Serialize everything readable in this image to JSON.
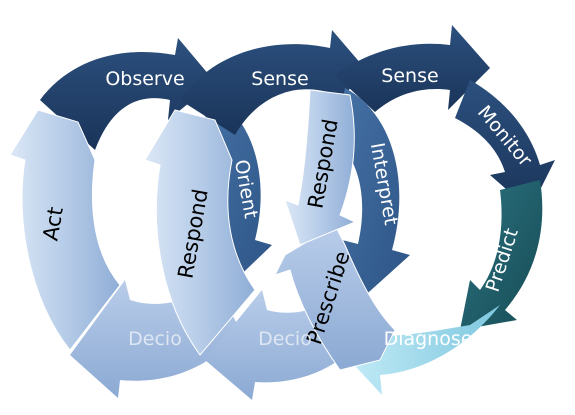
{
  "diagram": {
    "cycles": [
      {
        "name": "loop-one",
        "labels": {
          "observe": "Observe",
          "orient": "Orient",
          "decide": "Decio",
          "act": "Act"
        }
      },
      {
        "name": "loop-two",
        "labels": {
          "sense": "Sense",
          "interpret": "Interpret",
          "decide": "Decio",
          "respond": "Respond"
        }
      },
      {
        "name": "loop-three",
        "labels": {
          "sense": "Sense",
          "monitor": "Monitor",
          "predict": "Predict",
          "diagnose": "Diagnose",
          "prescribe": "Prescribe",
          "respond": "Respond"
        }
      }
    ],
    "colors": {
      "navy": "#1f3e66",
      "steel": "#3b669a",
      "mid_blue": "#5b86b8",
      "light_blue": "#b9cfea",
      "pale_blue": "#a4bfe2",
      "teal": "#1e5c68",
      "cyan": "#a6dcec"
    }
  }
}
